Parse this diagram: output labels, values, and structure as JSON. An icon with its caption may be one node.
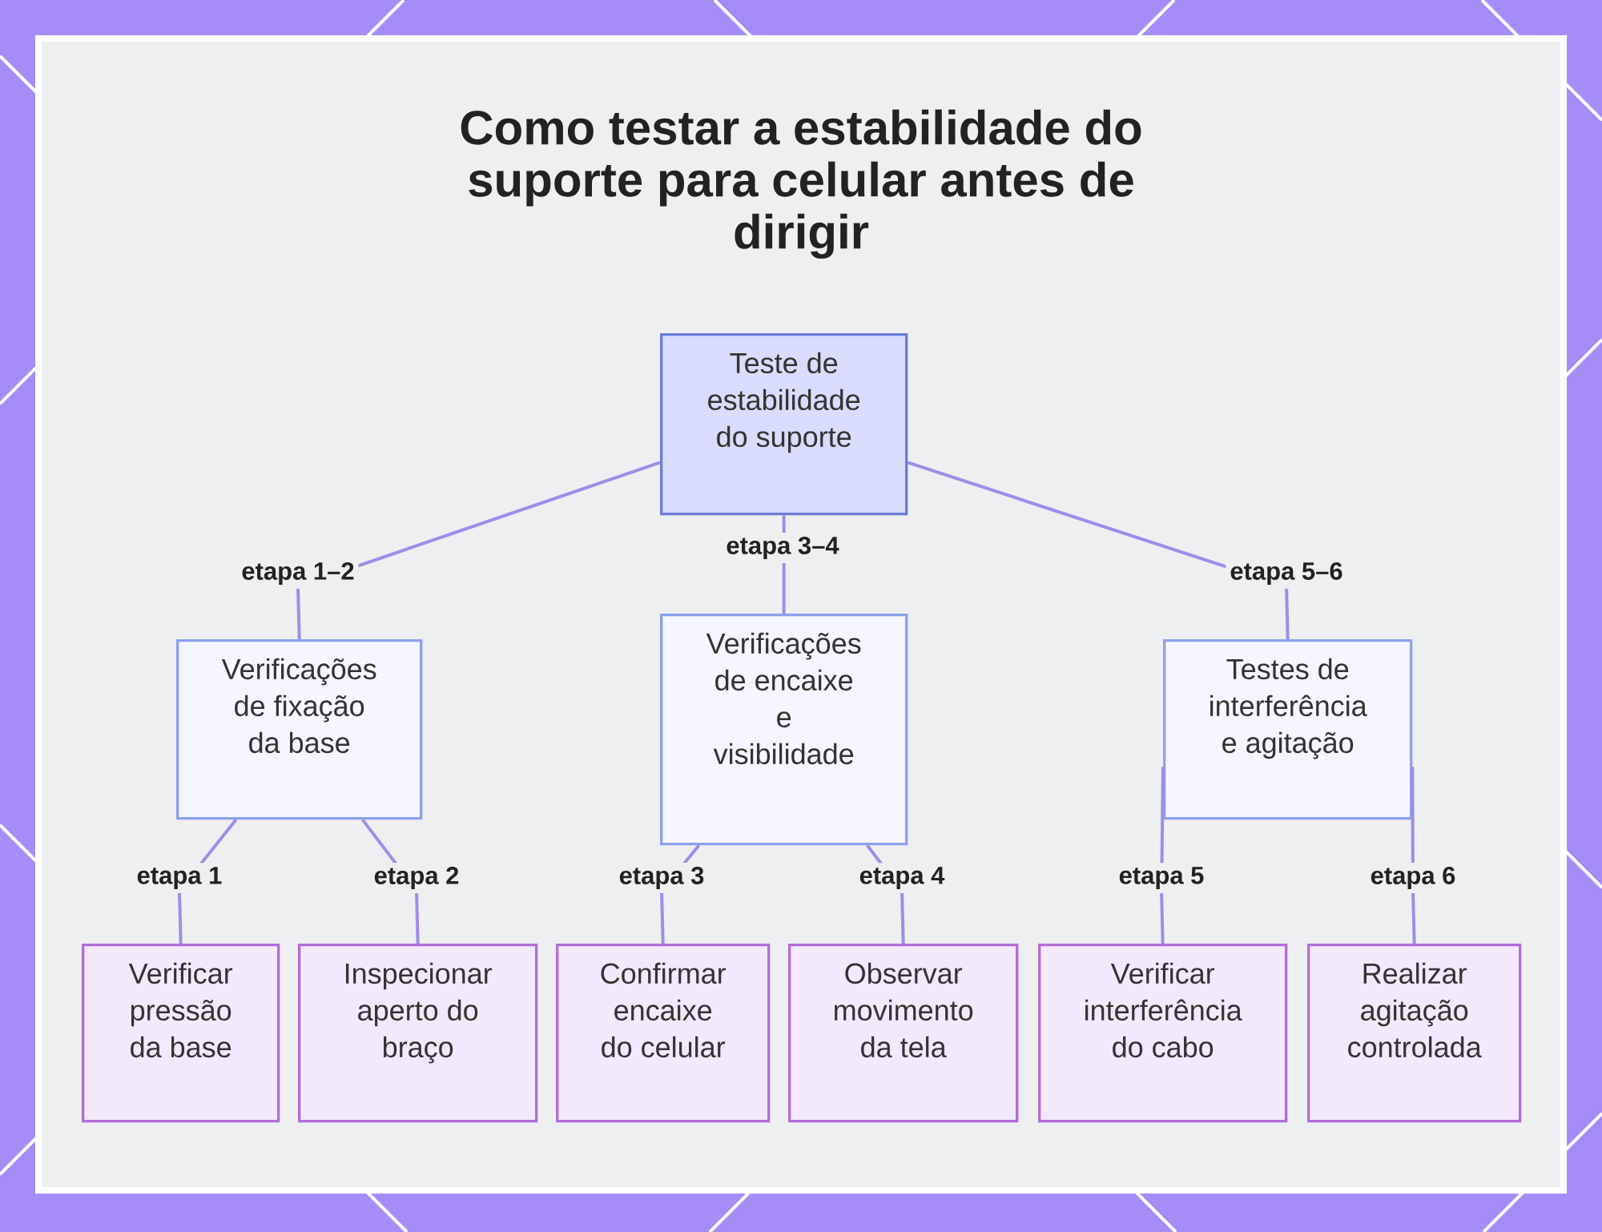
{
  "diagram": {
    "title": "Como testar a estabilidade do suporte para celular antes de dirigir",
    "nodes": [
      {
        "text": [
          "Teste de estabilidade do suporte"
        ]
      },
      {
        "text": [
          "Verificações de fixação da base"
        ]
      },
      {
        "text": [
          "Verificações de encaixe e visibilidade"
        ]
      },
      {
        "text": [
          "Testes de interferência e agitação"
        ]
      },
      {
        "text": [
          "Verificar pressão da base"
        ]
      },
      {
        "text": [
          "Inspecionar aperto do braço"
        ]
      },
      {
        "text": [
          "Confirmar encaixe do celular"
        ]
      },
      {
        "text": [
          "Observar movimento da tela"
        ]
      },
      {
        "text": [
          "Verificar interferência do cabo"
        ]
      },
      {
        "text": [
          "Realizar agitação controlada"
        ]
      }
    ],
    "edges": [
      {
        "from": 0,
        "to": 1,
        "arrow": "none",
        "label": "etapa 1–2"
      },
      {
        "from": 0,
        "to": 2,
        "arrow": "none",
        "label": "etapa 3–4"
      },
      {
        "from": 0,
        "to": 3,
        "arrow": "none",
        "label": "etapa 5–6"
      },
      {
        "from": 1,
        "to": 4,
        "arrow": "none",
        "label": "etapa 1"
      },
      {
        "from": 1,
        "to": 5,
        "arrow": "none",
        "label": "etapa 2"
      },
      {
        "from": 2,
        "to": 6,
        "arrow": "none",
        "label": "etapa 3"
      },
      {
        "from": 2,
        "to": 7,
        "arrow": "none",
        "label": "etapa 4"
      },
      {
        "from": 3,
        "to": 8,
        "arrow": "none",
        "label": "etapa 5"
      },
      {
        "from": 3,
        "to": 9,
        "arrow": "none",
        "label": "etapa 6"
      }
    ]
  }
}
